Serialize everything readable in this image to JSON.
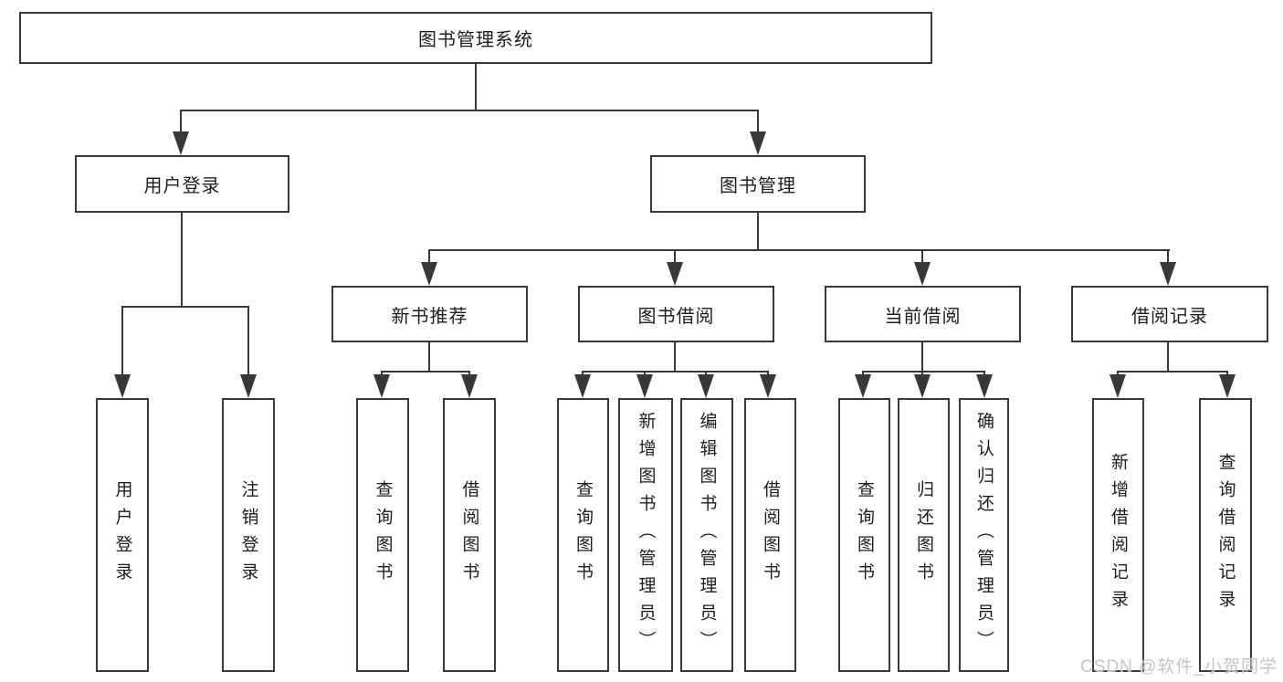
{
  "diagram": {
    "root": {
      "label": "图书管理系统"
    },
    "branches": {
      "user_login": {
        "label": "用户登录",
        "leaves": {
          "login": {
            "label": "用户登录"
          },
          "logout": {
            "label": "注销登录"
          }
        }
      },
      "book_mgmt": {
        "label": "图书管理",
        "groups": {
          "new_book_rec": {
            "label": "新书推荐",
            "leaves": {
              "query": {
                "label": "查询图书"
              },
              "borrow": {
                "label": "借阅图书"
              }
            }
          },
          "book_borrow": {
            "label": "图书借阅",
            "leaves": {
              "query": {
                "label": "查询图书"
              },
              "add": {
                "label": "新增图书（管理员）"
              },
              "edit": {
                "label": "编辑图书（管理员）"
              },
              "borrow": {
                "label": "借阅图书"
              }
            }
          },
          "current_borrow": {
            "label": "当前借阅",
            "leaves": {
              "query": {
                "label": "查询图书"
              },
              "return": {
                "label": "归还图书"
              },
              "confirm_return": {
                "label": "确认归还（管理员）"
              }
            }
          },
          "borrow_records": {
            "label": "借阅记录",
            "leaves": {
              "add_record": {
                "label": "新增借阅记录"
              },
              "query_record": {
                "label": "查询借阅记录"
              }
            }
          }
        }
      }
    }
  },
  "watermark": {
    "text": "CSDN @软件_小贺同学"
  },
  "colors": {
    "line": "#383838",
    "box_border": "#383838",
    "text": "#1d1d1d",
    "watermark": "#c3c6ca",
    "background": "#ffffff"
  }
}
